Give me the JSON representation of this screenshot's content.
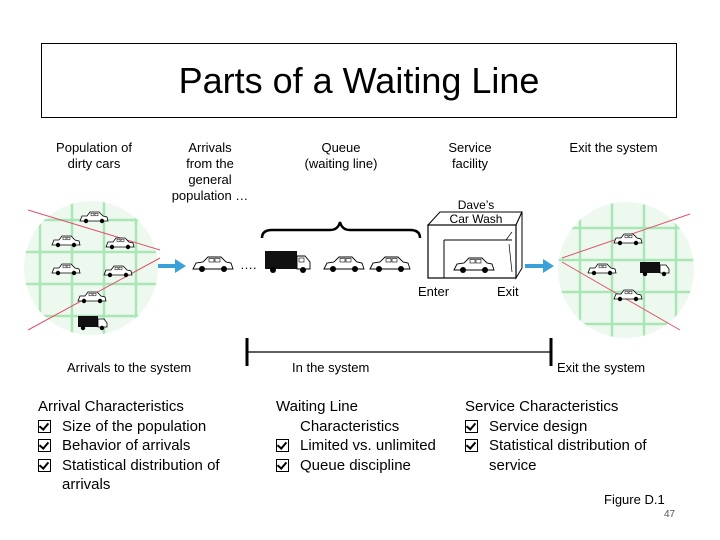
{
  "title": "Parts of a Waiting Line",
  "labels": {
    "population": [
      "Population of",
      "dirty cars"
    ],
    "arrivals": [
      "Arrivals",
      "from the",
      "general",
      "population …"
    ],
    "queue": [
      "Queue",
      "(waiting line)"
    ],
    "service": [
      "Service",
      "facility"
    ],
    "exit_top": "Exit the system",
    "carwash": [
      "Dave’s",
      "Car Wash"
    ],
    "enter": "Enter",
    "exit": "Exit",
    "dots": "…."
  },
  "sections": {
    "arrivals": "Arrivals to the system",
    "in_system": "In the system",
    "exit": "Exit the system"
  },
  "characteristics": {
    "arrival": {
      "title": "Arrival Characteristics",
      "items": [
        "Size of the population",
        "Behavior of arrivals",
        "Statistical distribution of"
      ],
      "continuation": "arrivals"
    },
    "waiting": {
      "title": "Waiting Line",
      "continuation_title": "Characteristics",
      "items": [
        "Limited vs. unlimited",
        "Queue discipline"
      ]
    },
    "service": {
      "title": "Service Characteristics",
      "items": [
        "Service design",
        "Statistical distribution of"
      ],
      "continuation": "service"
    }
  },
  "figure": "Figure D.1",
  "page_number": "47",
  "colors": {
    "grid": "#a8e6b6",
    "grid_fill": "#edf9ef",
    "arrow": "#3aa0d8",
    "lines": "#e0546c"
  }
}
